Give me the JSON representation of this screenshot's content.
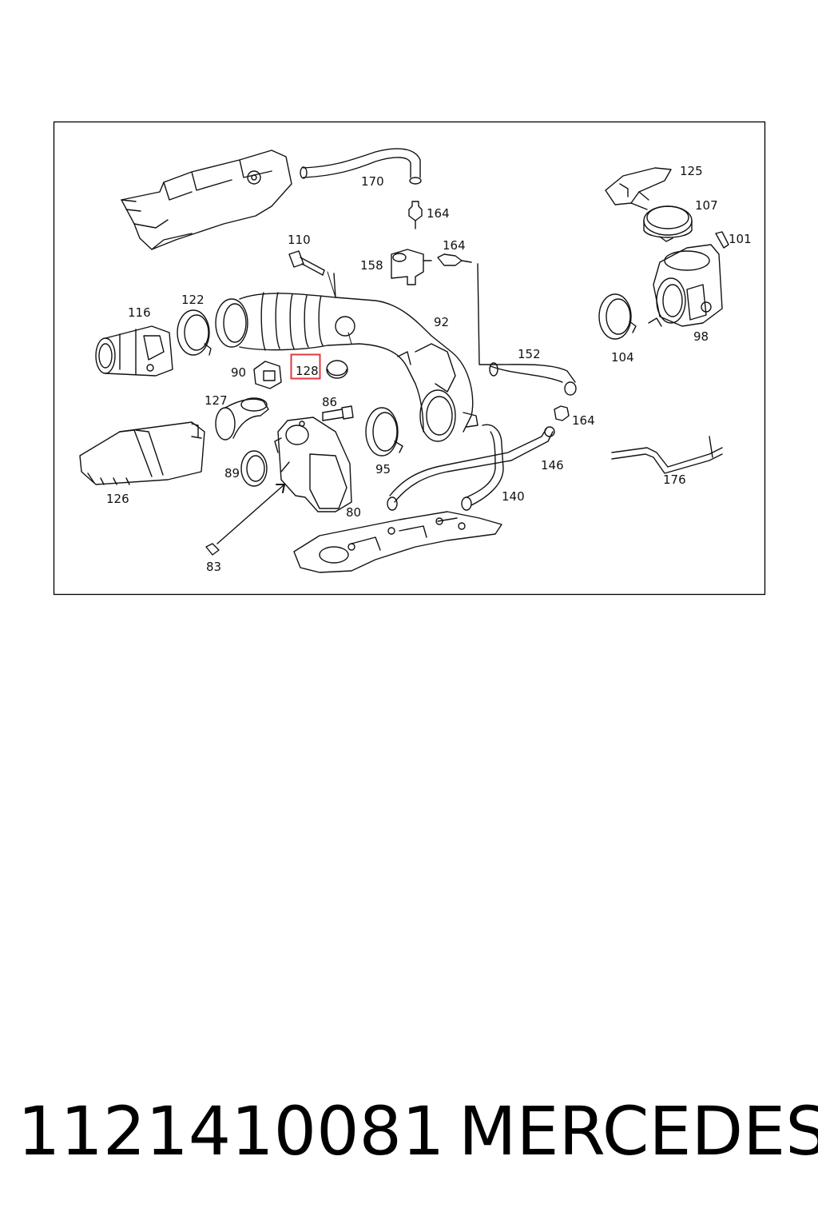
{
  "diagram": {
    "highlight_color": "#e0383e",
    "highlighted_callout": "128",
    "callouts": [
      {
        "id": "170",
        "label": "170"
      },
      {
        "id": "164a",
        "label": "164"
      },
      {
        "id": "125",
        "label": "125"
      },
      {
        "id": "107",
        "label": "107"
      },
      {
        "id": "101",
        "label": "101"
      },
      {
        "id": "110",
        "label": "110"
      },
      {
        "id": "158",
        "label": "158"
      },
      {
        "id": "164b",
        "label": "164"
      },
      {
        "id": "116",
        "label": "116"
      },
      {
        "id": "122",
        "label": "122"
      },
      {
        "id": "92",
        "label": "92"
      },
      {
        "id": "104",
        "label": "104"
      },
      {
        "id": "98",
        "label": "98"
      },
      {
        "id": "152",
        "label": "152"
      },
      {
        "id": "90",
        "label": "90"
      },
      {
        "id": "128",
        "label": "128"
      },
      {
        "id": "127",
        "label": "127"
      },
      {
        "id": "86",
        "label": "86"
      },
      {
        "id": "164c",
        "label": "164"
      },
      {
        "id": "126",
        "label": "126"
      },
      {
        "id": "89",
        "label": "89"
      },
      {
        "id": "95",
        "label": "95"
      },
      {
        "id": "146",
        "label": "146"
      },
      {
        "id": "176",
        "label": "176"
      },
      {
        "id": "140",
        "label": "140"
      },
      {
        "id": "80",
        "label": "80"
      },
      {
        "id": "83",
        "label": "83"
      }
    ]
  },
  "caption": {
    "part_number": "1121410081",
    "brand": "MERCEDES"
  }
}
